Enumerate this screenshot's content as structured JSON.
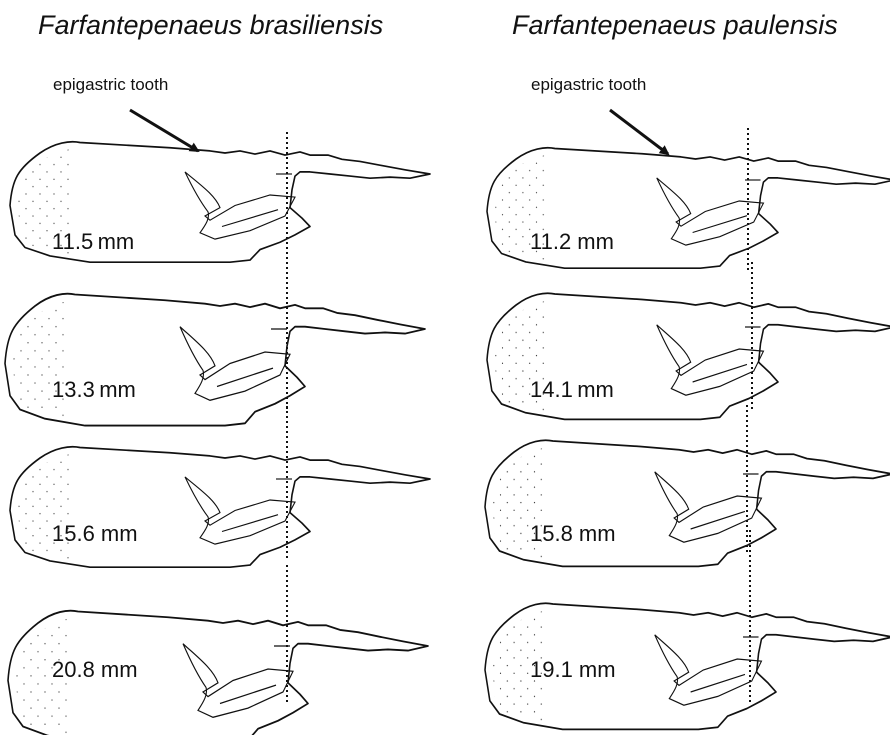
{
  "species": [
    {
      "name": "Farfantepenaeus brasiliensis",
      "annotation": "epigastric tooth",
      "specimens": [
        {
          "size": "11.5 mm"
        },
        {
          "size": "13.3 mm"
        },
        {
          "size": "15.6 mm"
        },
        {
          "size": "20.8 mm"
        }
      ]
    },
    {
      "name": "Farfantepenaeus paulensis",
      "annotation": "epigastric tooth",
      "specimens": [
        {
          "size": "11.2 mm"
        },
        {
          "size": "14.1 mm"
        },
        {
          "size": "15.8 mm"
        },
        {
          "size": "19.1 mm"
        }
      ]
    }
  ]
}
